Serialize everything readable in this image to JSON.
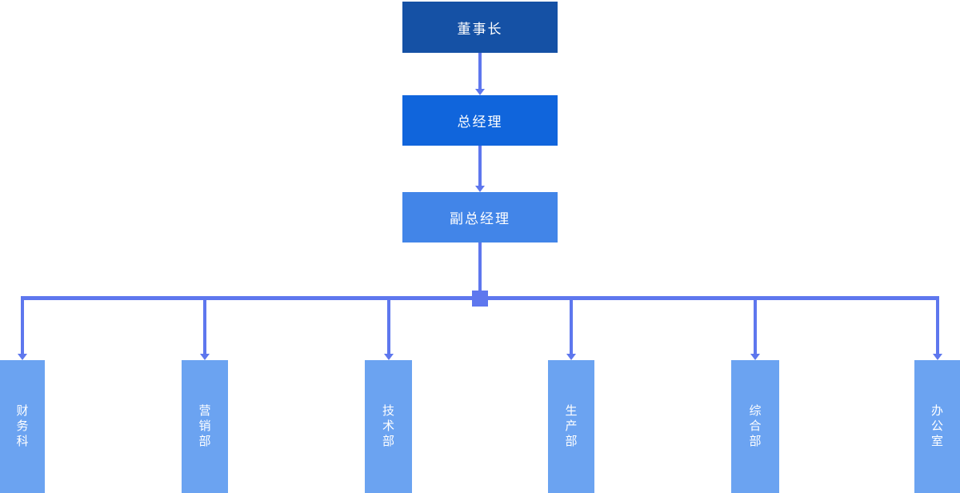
{
  "org_chart": {
    "chain": [
      {
        "id": "chairman",
        "label": "董事长",
        "color": "#1551A5"
      },
      {
        "id": "general-manager",
        "label": "总经理",
        "color": "#1065DC"
      },
      {
        "id": "deputy-general-manager",
        "label": "副总经理",
        "color": "#4285E8"
      }
    ],
    "departments": [
      {
        "id": "finance",
        "label": "财务科"
      },
      {
        "id": "marketing",
        "label": "营销部"
      },
      {
        "id": "technology",
        "label": "技术部"
      },
      {
        "id": "production",
        "label": "生产部"
      },
      {
        "id": "general-affairs",
        "label": "综合部"
      },
      {
        "id": "office",
        "label": "办公室"
      }
    ],
    "colors": {
      "chairman_box": "#1551A5",
      "general_manager_box": "#1065DC",
      "deputy_general_manager_box": "#4285E8",
      "department_box": "#6BA3F1",
      "connector": "#5E77EE",
      "text": "#FFFFFF",
      "background": "#FFFFFF"
    }
  }
}
